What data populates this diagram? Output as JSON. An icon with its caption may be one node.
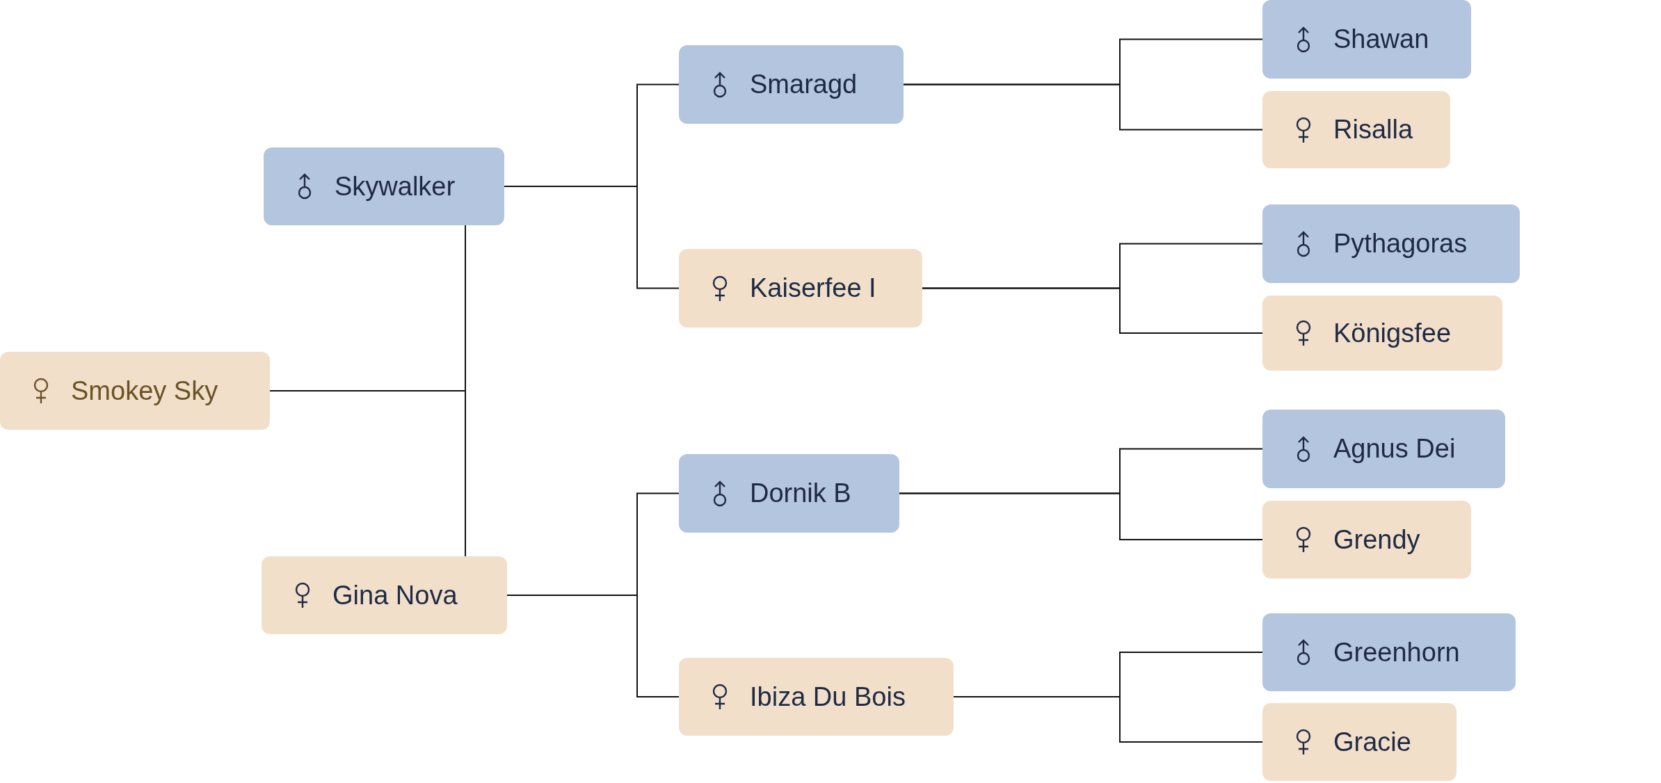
{
  "diagram": {
    "nodes": [
      {
        "text": [
          "Smokey Sky"
        ]
      },
      {
        "text": [
          "Skywalker"
        ]
      },
      {
        "text": [
          "Gina Nova"
        ]
      },
      {
        "text": [
          "Smaragd"
        ]
      },
      {
        "text": [
          "Kaiserfee I"
        ]
      },
      {
        "text": [
          "Dornik B"
        ]
      },
      {
        "text": [
          "Ibiza Du Bois"
        ]
      },
      {
        "text": [
          "Shawan"
        ]
      },
      {
        "text": [
          "Risalla"
        ]
      },
      {
        "text": [
          "Pythagoras"
        ]
      },
      {
        "text": [
          "Königsfee"
        ]
      },
      {
        "text": [
          "Agnus Dei"
        ]
      },
      {
        "text": [
          "Grendy"
        ]
      },
      {
        "text": [
          "Greenhorn"
        ]
      },
      {
        "text": [
          "Gracie"
        ]
      }
    ],
    "edges": [
      {
        "from": 0,
        "to": 1,
        "arrow": "none"
      },
      {
        "from": 0,
        "to": 2,
        "arrow": "none"
      },
      {
        "from": 1,
        "to": 3,
        "arrow": "none"
      },
      {
        "from": 1,
        "to": 4,
        "arrow": "none"
      },
      {
        "from": 2,
        "to": 5,
        "arrow": "none"
      },
      {
        "from": 2,
        "to": 6,
        "arrow": "none"
      },
      {
        "from": 3,
        "to": 7,
        "arrow": "none"
      },
      {
        "from": 3,
        "to": 8,
        "arrow": "none"
      },
      {
        "from": 4,
        "to": 9,
        "arrow": "none"
      },
      {
        "from": 4,
        "to": 10,
        "arrow": "none"
      },
      {
        "from": 5,
        "to": 11,
        "arrow": "none"
      },
      {
        "from": 5,
        "to": 12,
        "arrow": "none"
      },
      {
        "from": 6,
        "to": 13,
        "arrow": "none"
      },
      {
        "from": 6,
        "to": 14,
        "arrow": "none"
      }
    ]
  }
}
